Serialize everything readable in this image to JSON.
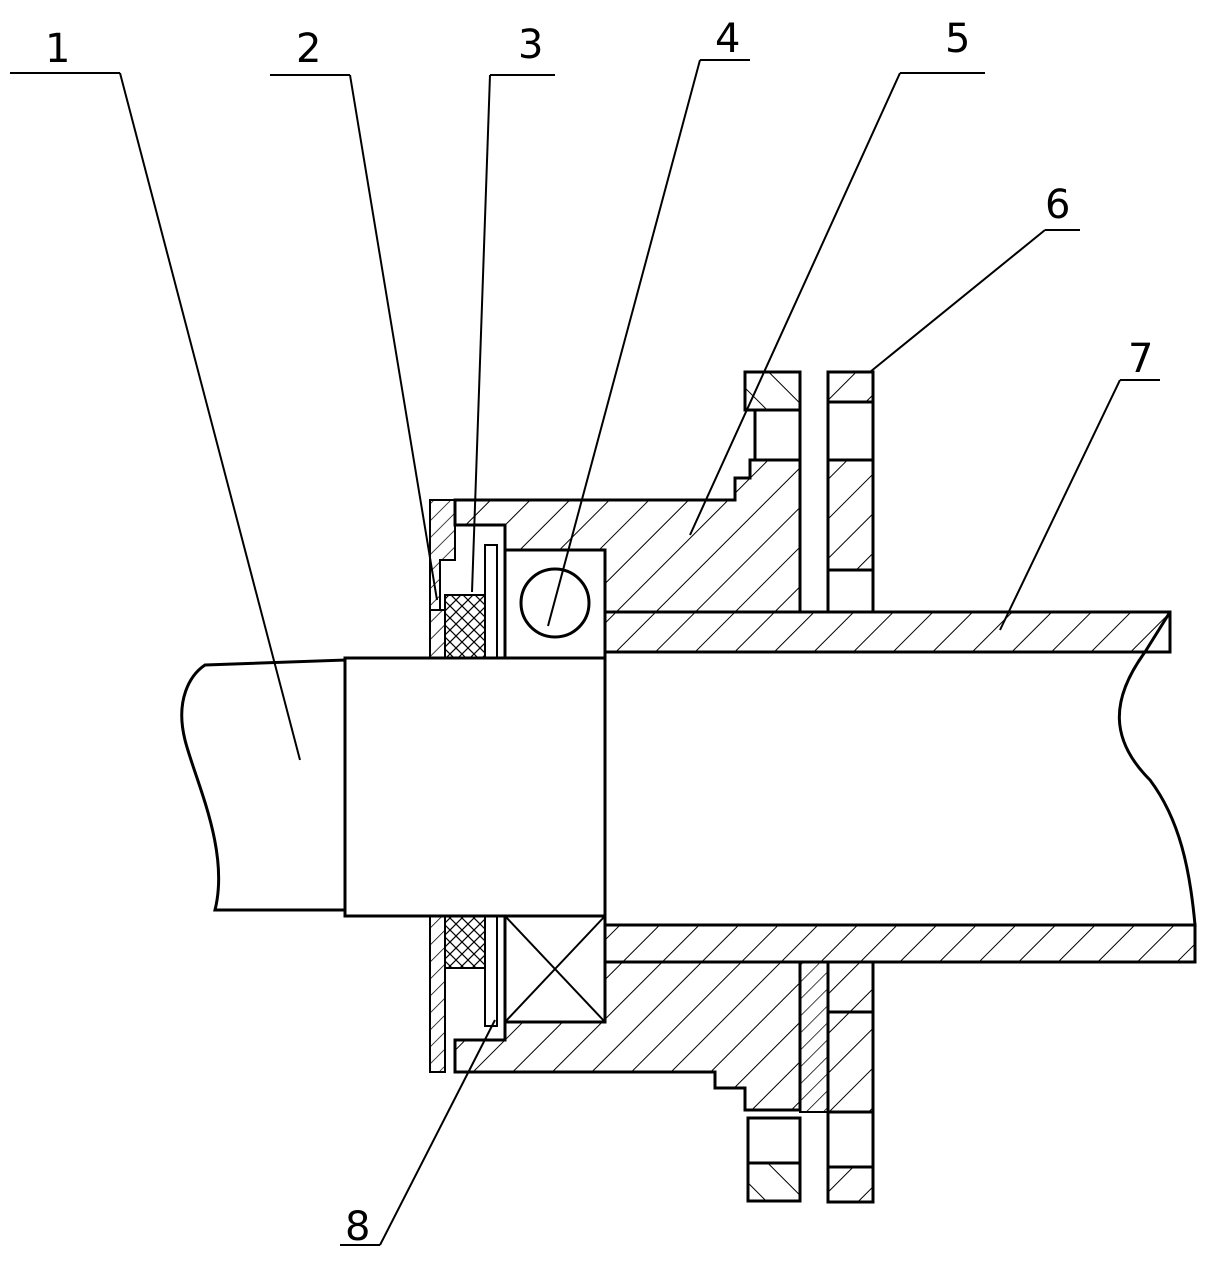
{
  "labels": [
    {
      "id": "1",
      "text": "1"
    },
    {
      "id": "2",
      "text": "2"
    },
    {
      "id": "3",
      "text": "3"
    },
    {
      "id": "4",
      "text": "4"
    },
    {
      "id": "5",
      "text": "5"
    },
    {
      "id": "6",
      "text": "6"
    },
    {
      "id": "7",
      "text": "7"
    },
    {
      "id": "8",
      "text": "8"
    }
  ],
  "colors": {
    "ink": "#000000",
    "paper": "#ffffff"
  }
}
